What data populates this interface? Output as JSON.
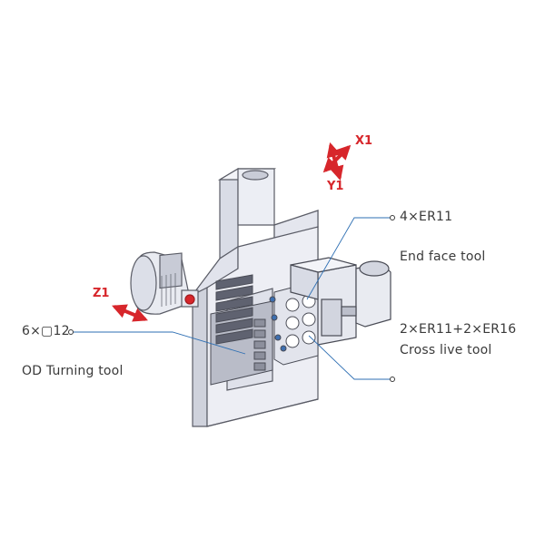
{
  "colors": {
    "axis_red": "#d7262b",
    "leader_blue": "#2e6fb3",
    "body_fill": "#e8eaf2",
    "body_stroke": "#5a5c66",
    "text": "#3a3a3a"
  },
  "axes": {
    "x1": "X1",
    "y1": "Y1",
    "z1": "Z1"
  },
  "callouts": {
    "end_face_count": "4×ER11",
    "end_face_tool": "End face tool",
    "cross_live_count": "2×ER11+2×ER16",
    "cross_live_tool": "Cross live tool",
    "od_count": "6×▢12",
    "od_tool": "OD Turning tool"
  },
  "icons": {
    "axis_arrows": "red-double-arrow-icon",
    "leader_dot": "hollow-circle-icon"
  }
}
